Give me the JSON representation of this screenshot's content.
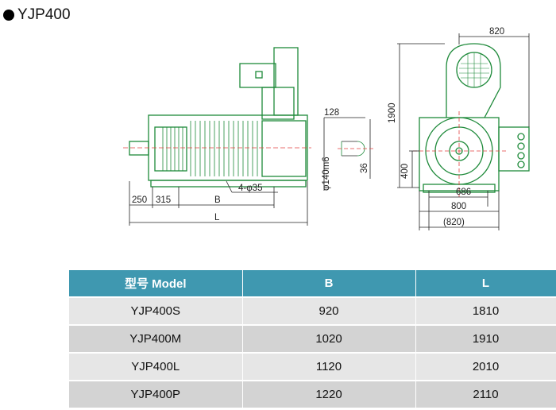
{
  "title": "YJP400",
  "dimensions": {
    "side": [
      "250",
      "315",
      "B",
      "L",
      "4-φ35"
    ],
    "shaft": [
      "128",
      "φ140m6",
      "36"
    ],
    "front": [
      "820",
      "1900",
      "400",
      "686",
      "800",
      "(820)"
    ]
  },
  "table": {
    "headers": [
      "型号 Model",
      "B",
      "L"
    ],
    "rows": [
      [
        "YJP400S",
        "920",
        "1810"
      ],
      [
        "YJP400M",
        "1020",
        "1910"
      ],
      [
        "YJP400L",
        "1120",
        "2010"
      ],
      [
        "YJP400P",
        "1220",
        "2110"
      ]
    ]
  },
  "colors": {
    "header_bg": "#3f98b0",
    "row_light": "#e6e6e6",
    "row_dark": "#d3d3d3",
    "motor_outline": "#1e8a3a",
    "centerline": "#e24040"
  }
}
